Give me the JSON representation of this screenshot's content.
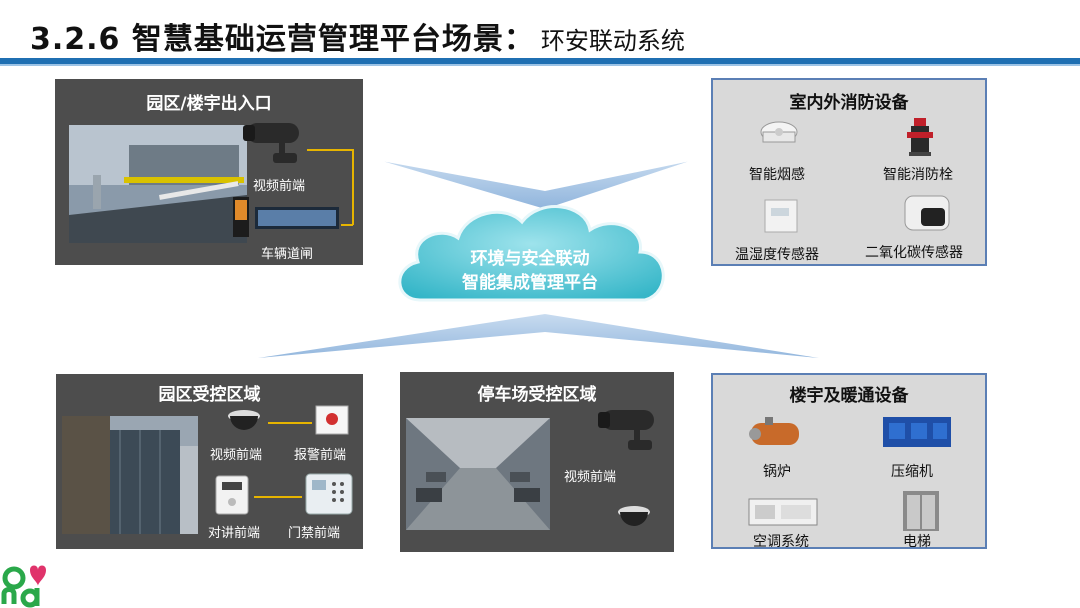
{
  "header": {
    "title_main": "3.2.6  智慧基础运营管理平台场景：",
    "title_sub": "环安联动系统"
  },
  "center": {
    "line1": "环境与安全联动",
    "line2": "智能集成管理平台"
  },
  "panels": {
    "entrance": {
      "title": "园区/楼宇出入口",
      "camera_label": "视频前端",
      "gate_label": "车辆道闸"
    },
    "fire": {
      "title": "室内外消防设备",
      "items": [
        "智能烟感",
        "智能消防栓",
        "温湿度传感器",
        "二氧化碳传感器"
      ]
    },
    "park": {
      "title": "园区受控区域",
      "items": [
        "视频前端",
        "报警前端",
        "对讲前端",
        "门禁前端"
      ]
    },
    "parking": {
      "title": "停车场受控区域",
      "camera_label": "视频前端"
    },
    "building": {
      "title": "楼宇及暖通设备",
      "items": [
        "锅炉",
        "压缩机",
        "空调系统",
        "电梯"
      ]
    }
  },
  "colors": {
    "accent": "#1f6fb2",
    "cloud": "#5ec8d6",
    "arrow": "#a7c5e6",
    "panel_dark": "#4d4d4d",
    "panel_light": "#d9d9d9",
    "wire": "#e6b400"
  }
}
